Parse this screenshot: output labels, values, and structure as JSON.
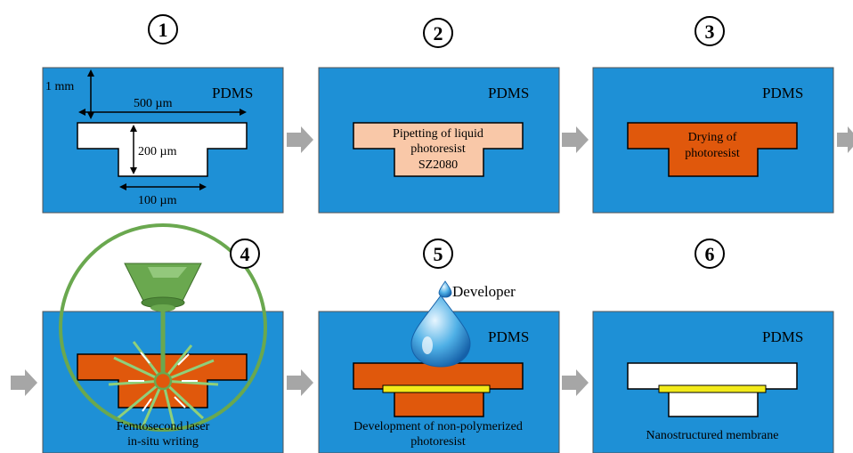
{
  "steps": {
    "s1": "1",
    "s2": "2",
    "s3": "3",
    "s4": "4",
    "s5": "5",
    "s6": "6"
  },
  "material": "PDMS",
  "dimensions": {
    "depth": "1 mm",
    "width": "500 µm",
    "height": "200 µm",
    "stem": "100 µm"
  },
  "captions": {
    "pipetting_line1": "Pipetting of liquid",
    "pipetting_line2": "photoresist",
    "pipetting_line3": "SZ2080",
    "drying_line1": "Drying of",
    "drying_line2": "photoresist",
    "laser_line1": "Femtosecond laser",
    "laser_line2": "in-situ writing",
    "developer": "Developer",
    "development_line1": "Development of non-polymerized",
    "development_line2": "photoresist",
    "membrane": "Nanostructured membrane"
  },
  "colors": {
    "pdms": "#1e90d6",
    "liquid_photoresist": "#f9c8a8",
    "photoresist": "#e0580c",
    "membrane": "#f2ea1a",
    "laser": "#6aa84f",
    "arrow": "#a6a6a6"
  }
}
